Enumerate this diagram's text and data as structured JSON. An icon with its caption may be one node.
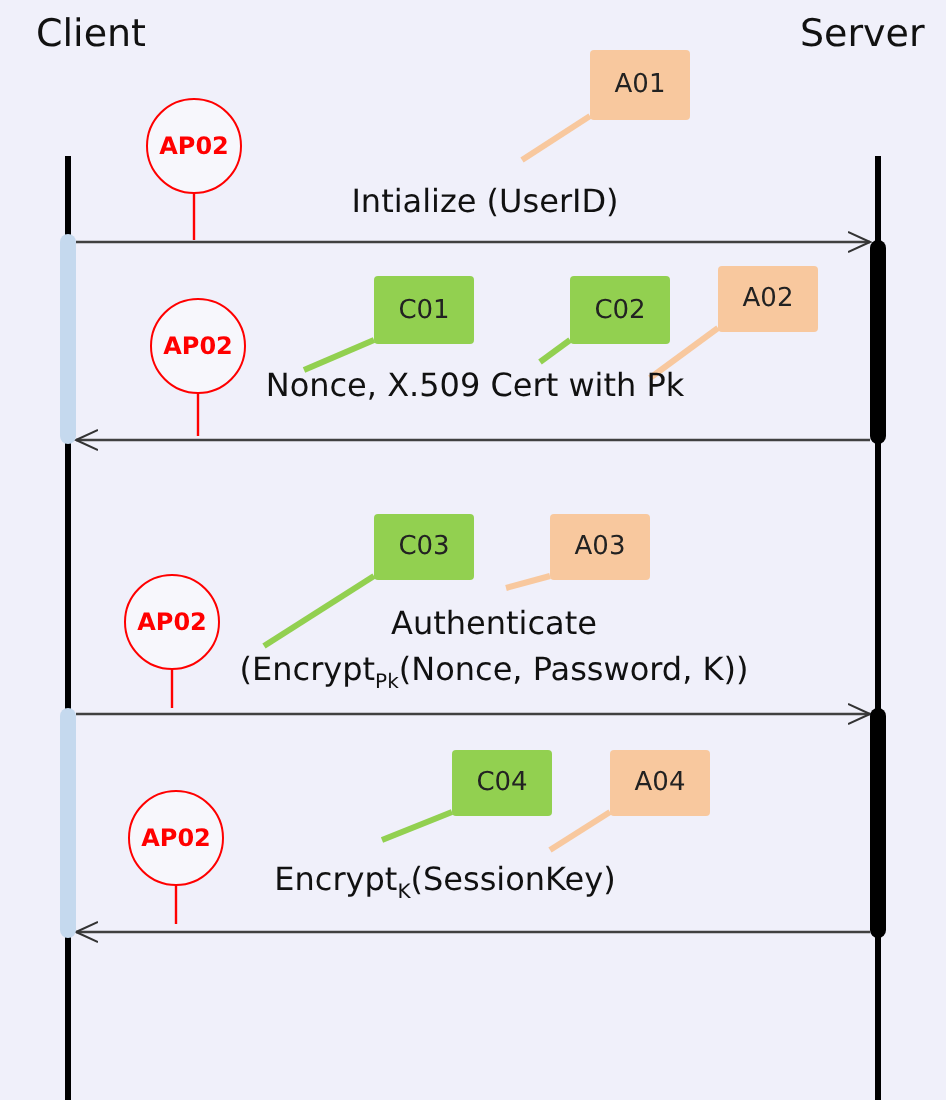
{
  "diagram": {
    "nodes": [
      {
        "text": [
          "Client"
        ]
      },
      {
        "text": [
          "Server"
        ]
      },
      {
        "text": [
          "A01"
        ]
      },
      {
        "text": [
          "AP02"
        ]
      },
      {
        "text": [
          "C01"
        ]
      },
      {
        "text": [
          "C02"
        ]
      },
      {
        "text": [
          "A02"
        ]
      },
      {
        "text": [
          "AP02"
        ]
      },
      {
        "text": [
          "C03"
        ]
      },
      {
        "text": [
          "A03"
        ]
      },
      {
        "text": [
          "AP02"
        ]
      },
      {
        "text": [
          "C04"
        ]
      },
      {
        "text": [
          "A04"
        ]
      },
      {
        "text": [
          "AP02"
        ]
      }
    ],
    "edges": [
      {
        "from": 0,
        "to": 1,
        "arrow": "to",
        "label": "Intialize (UserID)"
      },
      {
        "from": 1,
        "to": 0,
        "arrow": "to",
        "label": "Nonce, X.509 Cert with Pk"
      },
      {
        "from": 0,
        "to": 1,
        "arrow": "to",
        "label": "Authenticate (Encrypt$_{Pk}$(Nonce, Password, K))"
      },
      {
        "from": 1,
        "to": 0,
        "arrow": "to",
        "label": "Encrypt$_{K}$(SessionKey)"
      },
      {
        "from": 2,
        "to": null,
        "arrow": "none",
        "style": "thick",
        "color": "#f8c89e"
      },
      {
        "from": 3,
        "to": null,
        "arrow": "none",
        "color": "#ff0000"
      },
      {
        "from": 4,
        "to": null,
        "arrow": "none",
        "style": "thick",
        "color": "#92d050"
      },
      {
        "from": 5,
        "to": null,
        "arrow": "none",
        "style": "thick",
        "color": "#92d050"
      },
      {
        "from": 6,
        "to": null,
        "arrow": "none",
        "style": "thick",
        "color": "#f8c89e"
      },
      {
        "from": 7,
        "to": null,
        "arrow": "none",
        "color": "#ff0000"
      },
      {
        "from": 8,
        "to": null,
        "arrow": "none",
        "style": "thick",
        "color": "#92d050"
      },
      {
        "from": 9,
        "to": null,
        "arrow": "none",
        "style": "thick",
        "color": "#f8c89e"
      },
      {
        "from": 10,
        "to": null,
        "arrow": "none",
        "color": "#ff0000"
      },
      {
        "from": 11,
        "to": null,
        "arrow": "none",
        "style": "thick",
        "color": "#92d050"
      },
      {
        "from": 12,
        "to": null,
        "arrow": "none",
        "style": "thick",
        "color": "#f8c89e"
      },
      {
        "from": 13,
        "to": null,
        "arrow": "none",
        "color": "#ff0000"
      }
    ]
  }
}
